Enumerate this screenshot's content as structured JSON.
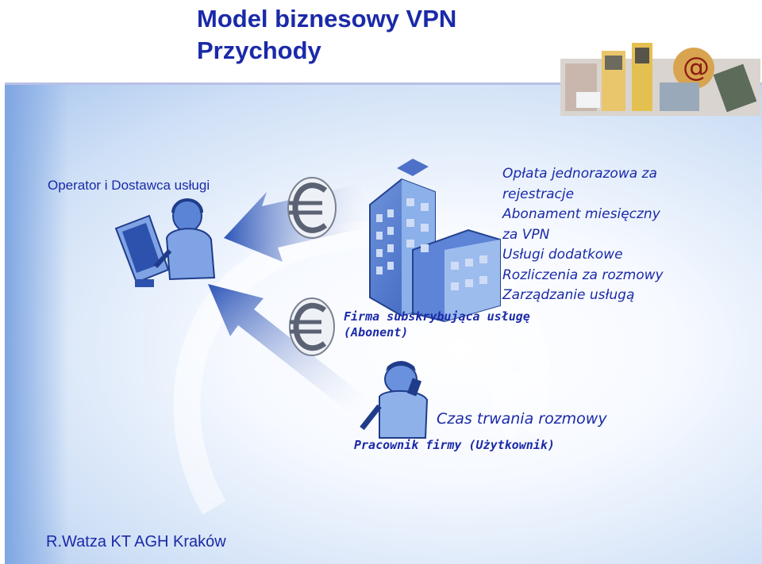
{
  "title": {
    "line1": "Model biznesowy VPN",
    "line2": "Przychody"
  },
  "labels": {
    "operator": "Operator i Dostawca usługi",
    "firma_line1": "Firma subskrybująca usługę",
    "firma_line2": "(Abonent)",
    "pracownik": "Pracownik firmy (Użytkownik)",
    "czas": "Czas trwania rozmowy"
  },
  "fees": [
    "Opłata jednorazowa za",
    "rejestracje",
    "Abonament miesięczny",
    "za VPN",
    "Usługi dodatkowe",
    "Rozliczenia za rozmowy",
    "Zarządzanie usługą"
  ],
  "footer": "R.Watza KT AGH Kraków",
  "icons": [
    "operator-person-icon",
    "office-building-icon",
    "euro-coin-icon",
    "euro-coin-icon",
    "employee-person-icon",
    "telecom-collage-image"
  ],
  "colors": {
    "text": "#1a2aa8",
    "panel": "#cfe0f6"
  }
}
